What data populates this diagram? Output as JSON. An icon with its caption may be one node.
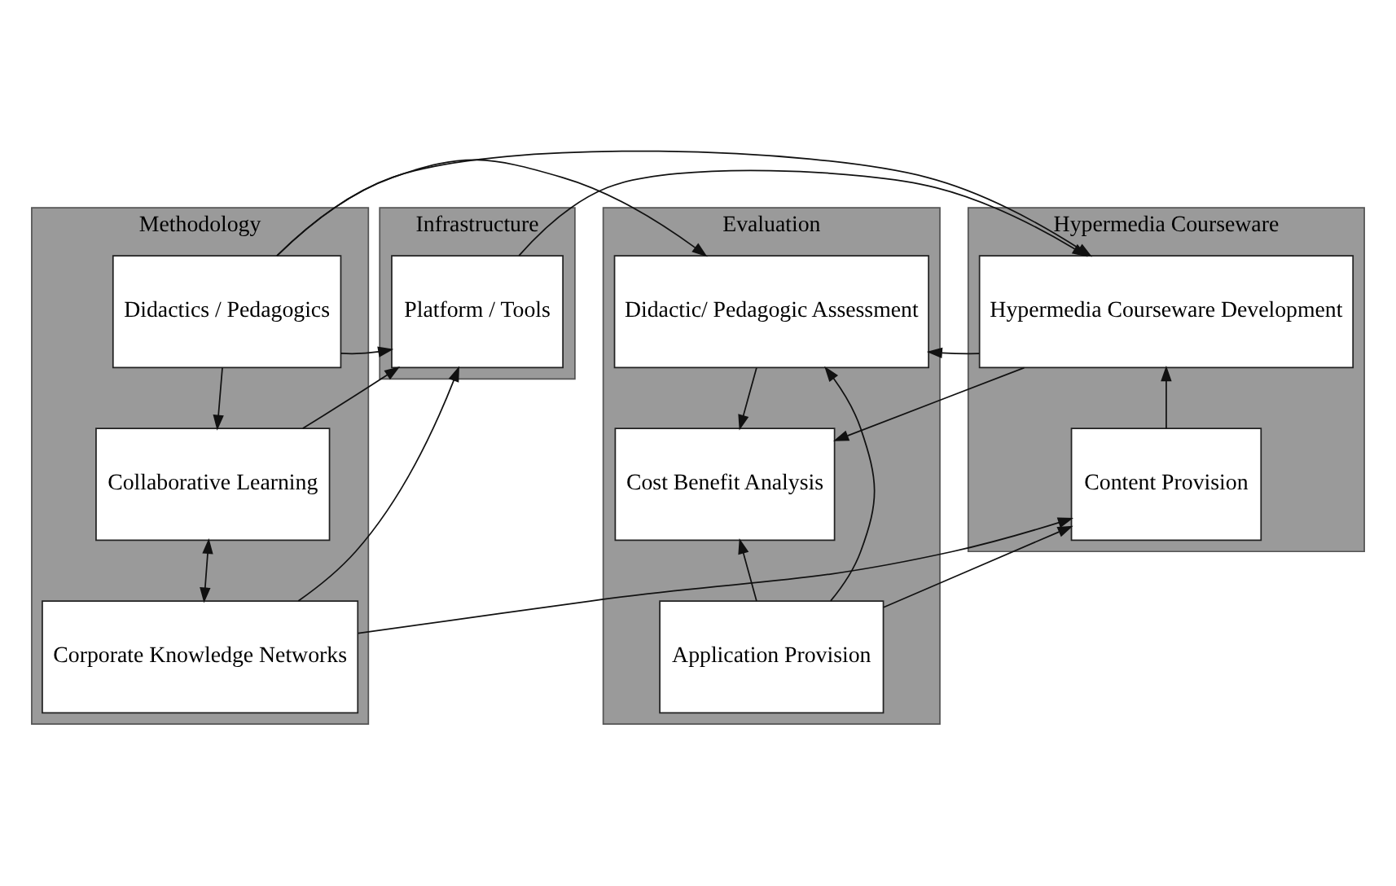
{
  "diagram": {
    "nodes": [
      {
        "text": [
          "Methodology"
        ]
      },
      {
        "text": [
          "Didactics / Pedagogics"
        ],
        "in": 0
      },
      {
        "text": [
          "Collaborative Learning"
        ],
        "in": 0
      },
      {
        "text": [
          "Corporate Knowledge Networks"
        ],
        "in": 0
      },
      {
        "text": [
          "Infrastructure"
        ]
      },
      {
        "text": [
          "Platform / Tools"
        ],
        "in": 4
      },
      {
        "text": [
          "Hypermedia Courseware"
        ]
      },
      {
        "text": [
          "Hypermedia Courseware Development"
        ],
        "in": 6
      },
      {
        "text": [
          "Content Provision"
        ],
        "in": 6
      },
      {
        "text": [
          "Evaluation"
        ]
      },
      {
        "text": [
          "Didactic/ Pedagogic Assessment"
        ],
        "in": 9
      },
      {
        "text": [
          "Cost Benefit Analysis"
        ],
        "in": 9
      },
      {
        "text": [
          "Application Provision"
        ],
        "in": 9
      }
    ],
    "edges": [
      {
        "from": 1,
        "to": 2,
        "arrow": "to"
      },
      {
        "from": 2,
        "to": 3,
        "arrow": "both"
      },
      {
        "from": 1,
        "to": 10,
        "arrow": "to"
      },
      {
        "from": 1,
        "to": 7,
        "arrow": "to"
      },
      {
        "from": 1,
        "to": 5,
        "arrow": "to"
      },
      {
        "from": 2,
        "to": 5,
        "arrow": "to"
      },
      {
        "from": 3,
        "to": 5,
        "arrow": "to"
      },
      {
        "from": 3,
        "to": 8,
        "arrow": "to"
      },
      {
        "from": 5,
        "to": 7,
        "arrow": "to"
      },
      {
        "from": 7,
        "to": 10,
        "arrow": "to"
      },
      {
        "from": 7,
        "to": 11,
        "arrow": "to"
      },
      {
        "from": 10,
        "to": 11,
        "arrow": "to"
      },
      {
        "from": 8,
        "to": 7,
        "arrow": "to"
      },
      {
        "from": 12,
        "to": 11,
        "arrow": "to"
      },
      {
        "from": 12,
        "to": 8,
        "arrow": "to"
      },
      {
        "from": 12,
        "to": 10,
        "arrow": "to"
      }
    ]
  }
}
